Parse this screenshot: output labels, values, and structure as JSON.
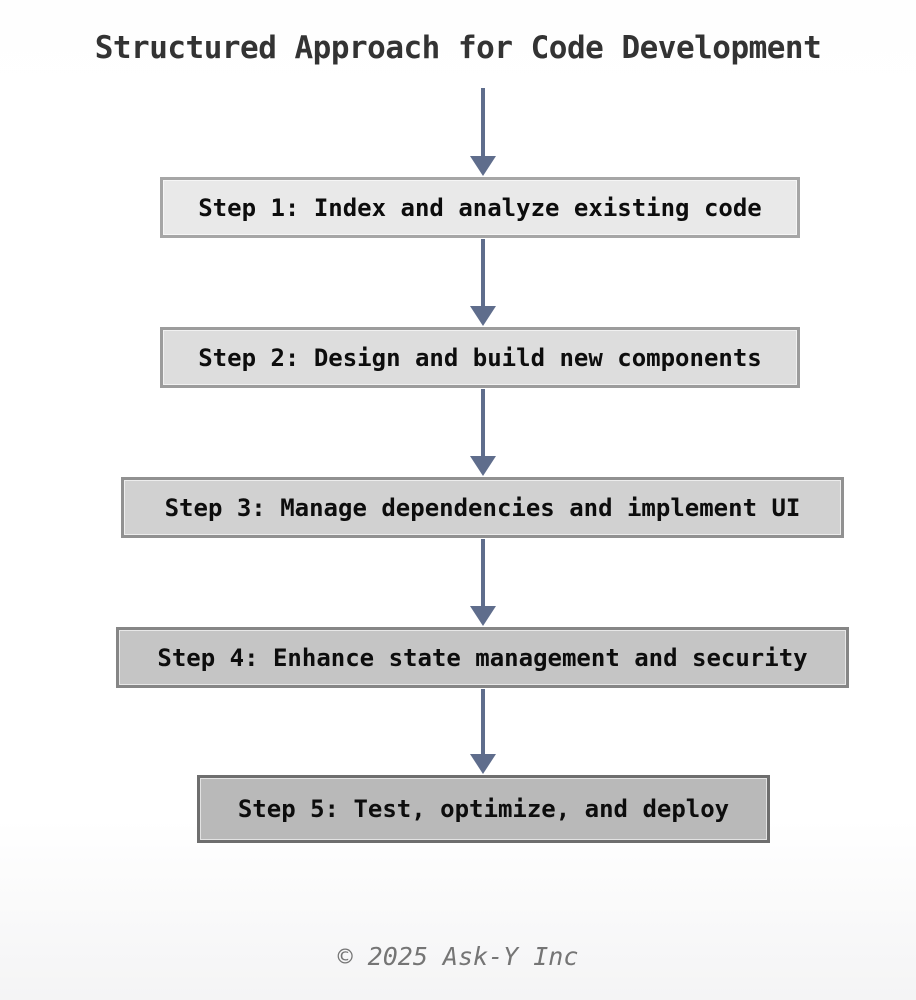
{
  "title": "Structured Approach for Code Development",
  "footer": "© 2025 Ask-Y Inc",
  "diagram": {
    "type": "flowchart",
    "direction": "top-down",
    "arrow_color": "#5f6d8c",
    "steps": [
      {
        "id": 1,
        "label": "Step 1: Index and analyze existing code",
        "fill": "#e9e9e9",
        "border": "#a6a6a6"
      },
      {
        "id": 2,
        "label": "Step 2: Design and build new components",
        "fill": "#dddddd",
        "border": "#9c9c9c"
      },
      {
        "id": 3,
        "label": "Step 3: Manage dependencies and implement UI",
        "fill": "#d1d1d1",
        "border": "#919191"
      },
      {
        "id": 4,
        "label": "Step 4: Enhance state management and security",
        "fill": "#c5c5c5",
        "border": "#868686"
      },
      {
        "id": 5,
        "label": "Step 5: Test, optimize, and deploy",
        "fill": "#b9b9b9",
        "border": "#6e6e6e"
      }
    ]
  },
  "colors": {
    "title_text": "#333333",
    "box_text": "#0d0d0d",
    "footer_text": "#757575",
    "background_top": "#ffffff",
    "background_bottom": "#f4f4f5"
  }
}
